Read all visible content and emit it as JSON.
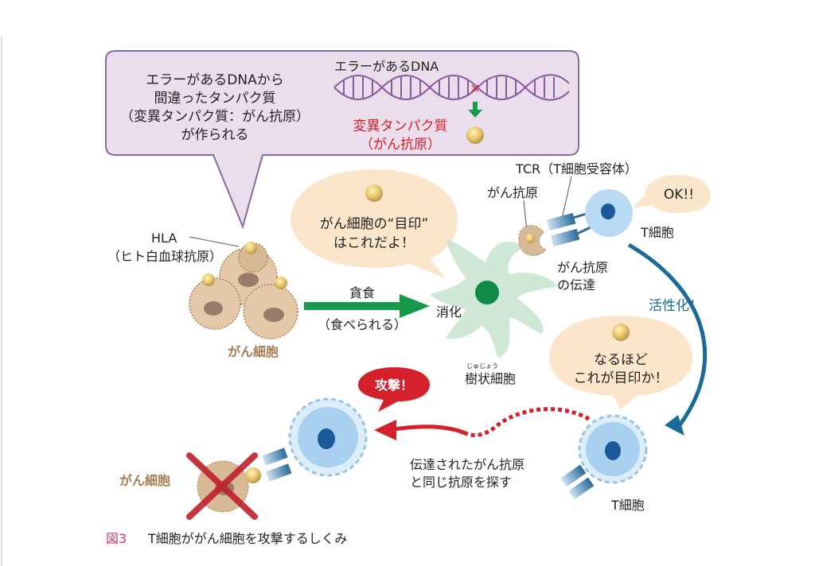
{
  "callout": {
    "lines": [
      "エラーがあるDNAから",
      "間違ったタンパク質",
      "（変異タンパク質：がん抗原）",
      "が作られる"
    ],
    "dna_label": "エラーがあるDNA",
    "mutant_lines": [
      "変異タンパク質",
      "（がん抗原）"
    ]
  },
  "labels": {
    "hla": "HLA",
    "hla_sub": "（ヒト白血球抗原）",
    "cancer_cell": "がん細胞",
    "phago": "貪食",
    "phago_sub": "（食べられる）",
    "digest": "消化",
    "dendritic_ruby": "じゅじょう",
    "dendritic": "樹状細胞",
    "antigen": "がん抗原",
    "tcr": "TCR（T細胞受容体）",
    "t_cell_top": "T細胞",
    "transfer": [
      "がん抗原",
      "の伝達"
    ],
    "activate": "活性化！",
    "search": [
      "伝達されたがん抗原",
      "と同じ抗原を探す"
    ],
    "t_cell_bottom": "T細胞",
    "cancer_cell_bottom": "がん細胞"
  },
  "bubbles": {
    "marker": [
      "がん細胞の“目印”",
      "はこれだよ！"
    ],
    "ok": "OK!!",
    "aha": [
      "なるほど",
      "これが目印か！"
    ],
    "attack": "攻撃！"
  },
  "caption": {
    "number": "図3",
    "text": "T細胞ががん細胞を攻撃するしくみ"
  },
  "colors": {
    "purple_box": "#ebdeec",
    "beige": "#fbe6cc",
    "green": "#169a4a",
    "blue": "#1a6a9a",
    "red": "#d4202a",
    "brown": "#a67c52"
  }
}
